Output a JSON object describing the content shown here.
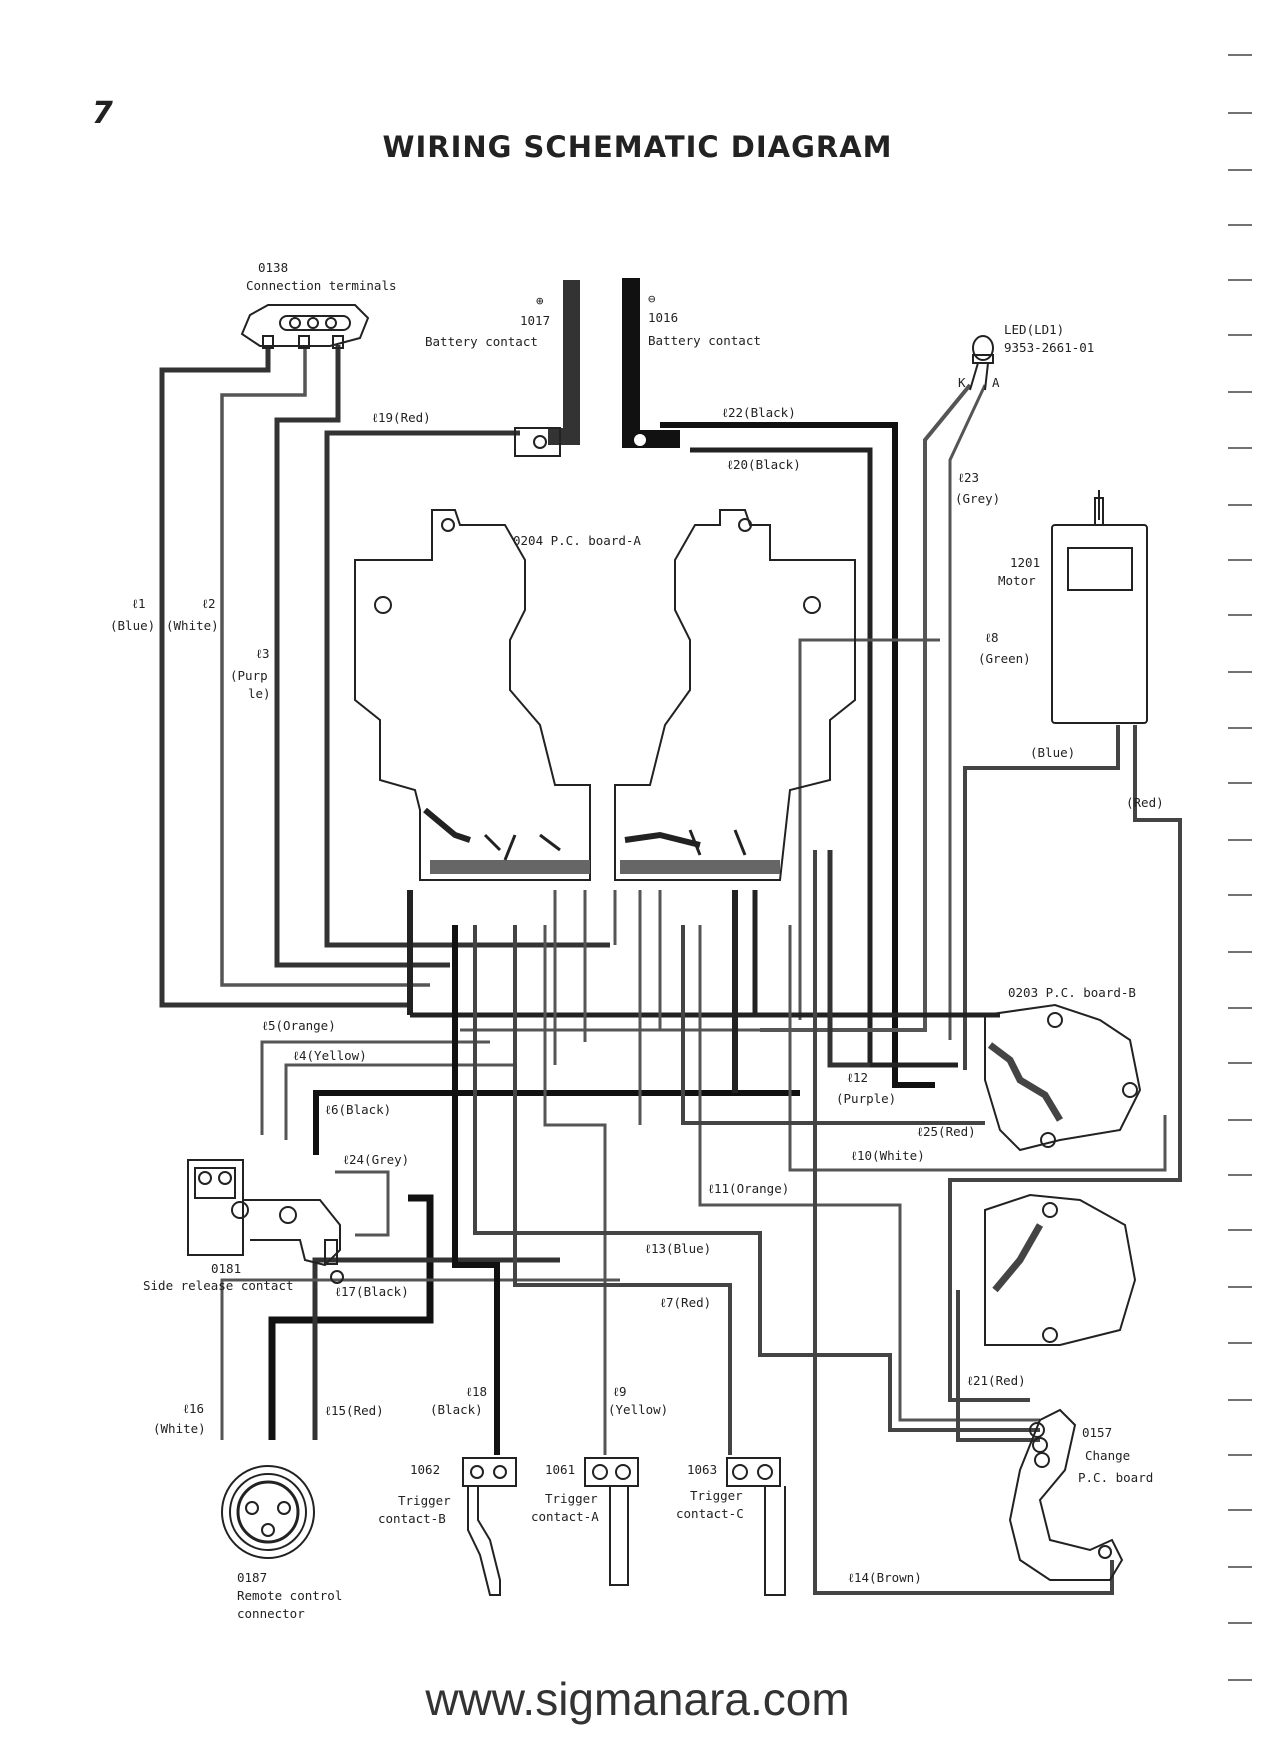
{
  "page": {
    "number": "7",
    "title": "WIRING SCHEMATIC DIAGRAM",
    "watermark": "www.sigmanara.com"
  },
  "components": {
    "c0138": {
      "code": "0138",
      "name": "Connection terminals"
    },
    "c1017": {
      "sign": "⊕",
      "code": "1017",
      "name": "Battery contact"
    },
    "c1016": {
      "sign": "⊖",
      "code": "1016",
      "name": "Battery contact"
    },
    "led": {
      "name": "LED(LD1)",
      "part": "9353-2661-01",
      "k": "K",
      "a": "A"
    },
    "motor": {
      "code": "1201",
      "name": "Motor"
    },
    "board_a": {
      "label": "0204 P.C. board-A"
    },
    "board_b": {
      "label": "0203 P.C. board-B"
    },
    "c0181": {
      "code": "0181",
      "name": "Side release contact"
    },
    "c0187": {
      "code": "0187",
      "name1": "Remote control",
      "name2": "connector"
    },
    "c1062": {
      "code": "1062",
      "name1": "Trigger",
      "name2": "contact-B"
    },
    "c1061": {
      "code": "1061",
      "name1": "Trigger",
      "name2": "contact-A"
    },
    "c1063": {
      "code": "1063",
      "name1": "Trigger",
      "name2": "contact-C"
    },
    "c0157": {
      "code": "0157",
      "name1": "Change",
      "name2": "P.C. board"
    }
  },
  "wires": {
    "w1": "ℓ1",
    "w1c": "(Blue)",
    "w2": "ℓ2",
    "w2c": "(White)",
    "w3": "ℓ3",
    "w3c1": "(Purp",
    "w3c2": "le)",
    "w4": "ℓ4(Yellow)",
    "w5": "ℓ5(Orange)",
    "w6": "ℓ6(Black)",
    "w7": "ℓ7(Red)",
    "w8": "ℓ8",
    "w8c": "(Green)",
    "w9": "ℓ9",
    "w9c": "(Yellow)",
    "w10": "ℓ10(White)",
    "w11": "ℓ11(Orange)",
    "w12": "ℓ12",
    "w12c": "(Purple)",
    "w13": "ℓ13(Blue)",
    "w14": "ℓ14(Brown)",
    "w15": "ℓ15(Red)",
    "w16": "ℓ16",
    "w16c": "(White)",
    "w17": "ℓ17(Black)",
    "w18": "ℓ18",
    "w18c": "(Black)",
    "w19": "ℓ19(Red)",
    "w20": "ℓ20(Black)",
    "w21": "ℓ21(Red)",
    "w22": "ℓ22(Black)",
    "w23": "ℓ23",
    "w23c": "(Grey)",
    "w24": "ℓ24(Grey)",
    "w25": "ℓ25(Red)",
    "motor_blue": "(Blue)",
    "motor_red": "(Red)"
  }
}
